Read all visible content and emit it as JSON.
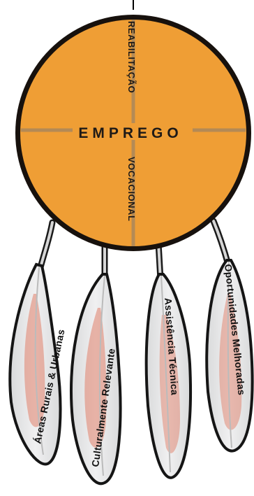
{
  "circle": {
    "fill_color": "#ef9e35",
    "rim_color": "#17110d",
    "cross_color": "#b48a55",
    "center_label": "EMPREGO",
    "top_label": "REABILITAÇÃO",
    "bottom_label": "VOCACIONAL"
  },
  "feathers": [
    {
      "label": "Áreas Rurais & Urbanas"
    },
    {
      "label": "Culturalmente Relevante"
    },
    {
      "label": "Assistência Técnica"
    },
    {
      "label": "Oportunidades Melhoradas"
    }
  ],
  "colors": {
    "feather_fill": "#e4e5e6",
    "feather_outline": "#151515",
    "feather_accent": "#e0806a",
    "cord": "#d6d6d6"
  }
}
